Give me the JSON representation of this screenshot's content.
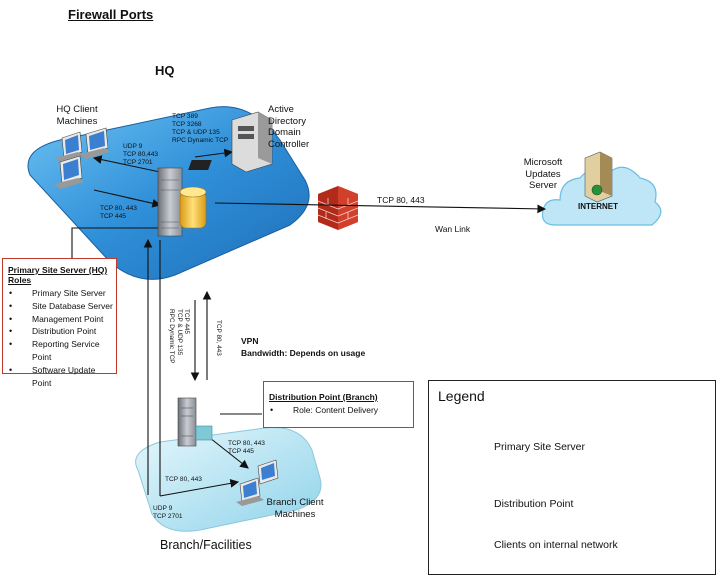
{
  "title": "Firewall Ports",
  "hq": {
    "label": "HQ",
    "client_label": "HQ Client Machines",
    "ad_label": "Active Directory Domain Controller",
    "ms_label": "Microsoft Updates Server",
    "internet_label": "INTERNET",
    "ports_ad": [
      "TCP 389",
      "TCP 3268",
      "TCP & UDP 135",
      "RPC Dynamic TCP"
    ],
    "ports_client": [
      "UDP 9",
      "TCP 80,443",
      "TCP 2701"
    ],
    "ports_client2": [
      "TCP 80, 443",
      "TCP 445"
    ],
    "ports_internet": "TCP 80, 443",
    "wan_link": "Wan Link"
  },
  "primary_box": {
    "title": "Primary Site Server (HQ) Roles",
    "items": [
      "Primary Site Server",
      "Site Database Server",
      "Management Point",
      "Distribution Point",
      "Reporting Service Point",
      "Software Update Point"
    ]
  },
  "vpn": {
    "down_ports": [
      "TCP 445",
      "TCP & UDP 135",
      "RPC Dynamic TCP"
    ],
    "up_ports": "TCP 80, 443",
    "label": "VPN",
    "bandwidth": "Bandwidth: Depends on usage"
  },
  "dp_box": {
    "title": "Distribution Point (Branch)",
    "items": [
      "Role: Content Delivery"
    ]
  },
  "branch": {
    "ports_dp": [
      "TCP 80, 443",
      "TCP 445"
    ],
    "ports_left": "TCP 80, 443",
    "ports_bottom": [
      "UDP 9",
      "TCP 2701"
    ],
    "client_label": "Branch Client Machines",
    "label": "Branch/Facilities"
  },
  "legend": {
    "title": "Legend",
    "items": [
      {
        "icon": "primary-site-server-icon",
        "label": "Primary Site Server"
      },
      {
        "icon": "distribution-point-icon",
        "label": "Distribution Point"
      },
      {
        "icon": "client-computer-icon",
        "label": "Clients on internal network"
      }
    ]
  },
  "colors": {
    "accent_red": "#c0392b",
    "hq_blue": "#2f8fd8",
    "branch_blue": "#a8dcef",
    "cloud": "#bfe6f6"
  }
}
